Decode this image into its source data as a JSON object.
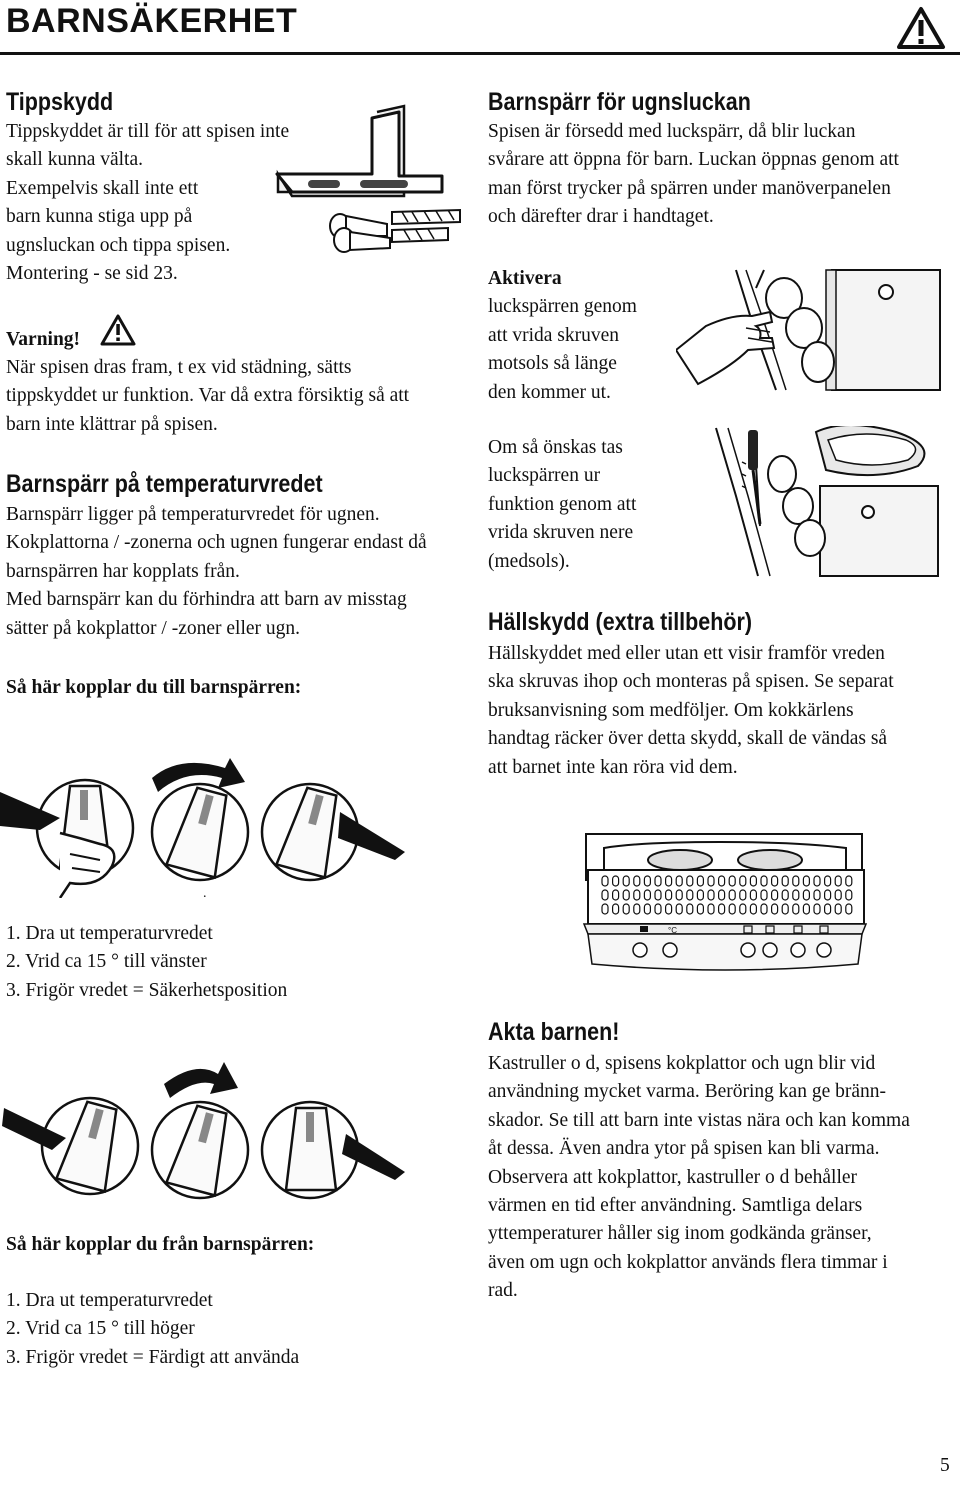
{
  "page_title": "BARNSÄKERHET",
  "page_number": "5",
  "tippskydd": {
    "heading": "Tippskydd",
    "lines": [
      "Tippskyddet är till för att spisen inte",
      "skall kunna välta.",
      "Exempelvis skall inte ett",
      "barn kunna stiga upp på",
      "ugnsluckan och tippa spisen.",
      "Montering - se sid 23."
    ]
  },
  "varning": {
    "label": "Varning!",
    "lines": [
      "När spisen dras fram, t ex vid städning, sätts",
      "tippskyddet ur funktion. Var då extra försiktig så att",
      "barn inte klättrar på spisen."
    ]
  },
  "barnsparr_temp": {
    "heading": "Barnspärr på temperaturvredet",
    "lines": [
      "Barnspärr ligger på temperaturvredet för ugnen.",
      "Kokplattorna / -zonerna och ugnen fungerar endast då",
      "barnspärren har kopplats från.",
      "Med barnspärr kan du förhindra att barn av misstag",
      "sätter på kokplattor / -zoner eller ugn."
    ]
  },
  "koppla_till": {
    "heading": "Så här kopplar du till barnspärren:",
    "dot": ".",
    "steps": [
      "1. Dra ut temperaturvredet",
      "2. Vrid ca 15 ° till vänster",
      "3. Frigör vredet = Säkerhetsposition"
    ]
  },
  "koppla_fran": {
    "heading": "Så här kopplar du från barnspärren:",
    "steps": [
      "1. Dra ut temperaturvredet",
      "2. Vrid ca 15 ° till höger",
      "3. Frigör vredet = Färdigt att använda"
    ]
  },
  "ugnsluckan": {
    "heading": "Barnspärr för ugnsluckan",
    "lines": [
      "Spisen är försedd med luckspärr, då blir luckan",
      "svårare att öppna för barn. Luckan öppnas genom att",
      "man först trycker på spärren under manöverpanelen",
      "och därefter drar i handtaget."
    ]
  },
  "aktivera": {
    "label": "Aktivera",
    "lines": [
      "luckspärren genom",
      "att vrida skruven",
      "motsols så länge",
      "den kommer ut."
    ]
  },
  "ur_funktion": {
    "lines": [
      "Om så önskas tas",
      "luckspärren ur",
      "funktion genom att",
      "vrida skruven nere",
      "(medsols)."
    ]
  },
  "hallskydd": {
    "heading": "Hällskydd (extra tillbehör)",
    "lines": [
      "Hällskyddet med eller utan ett visir framför vreden",
      "ska skruvas ihop och monteras på spisen. Se separat",
      "bruksanvisning som medföljer. Om kokkärlens",
      "handtag räcker över detta skydd, skall de vändas så",
      "att barnet inte kan röra vid dem."
    ]
  },
  "akta": {
    "heading": "Akta barnen!",
    "lines": [
      "Kastruller o d, spisens kokplattor och ugn blir vid",
      "användning mycket varma. Beröring kan ge bränn-",
      "skador. Se till att barn inte vistas nära och kan komma",
      "åt dessa. Även andra ytor på spisen kan bli varma.",
      "Observera att kokplattor, kastruller o d behåller",
      "värmen en tid efter användning. Samtliga delars",
      "yttemperaturer håller sig inom godkända gränser,",
      "även om ugn och kokplattor används flera timmar i",
      "rad."
    ]
  },
  "panel_symbol_c": "°C",
  "icons": {
    "warning": "warning-triangle-icon",
    "bracket": "tip-guard-bracket-illustration",
    "knobs": "temperature-knob-illustration",
    "door_lock": "door-lock-illustration",
    "hob_guard": "hob-guard-illustration"
  }
}
